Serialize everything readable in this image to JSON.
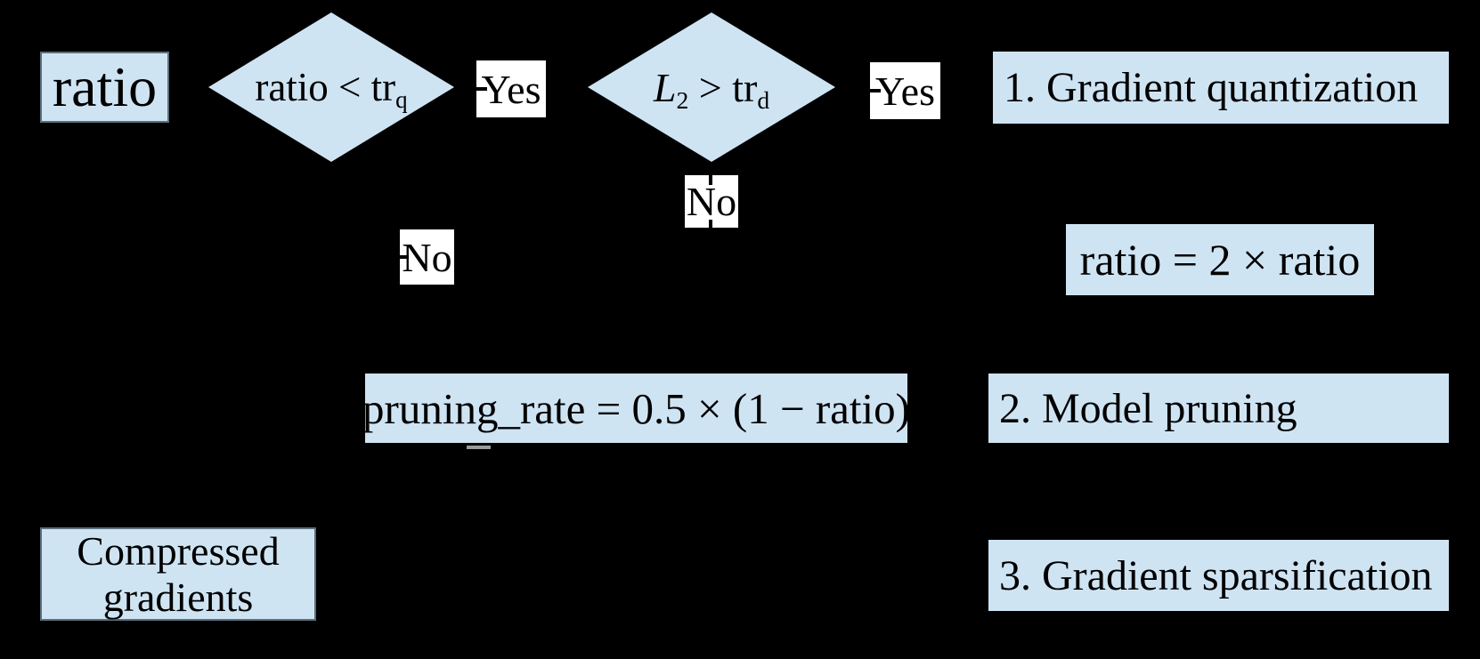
{
  "canvas": {
    "background": "#000000",
    "node_fill": "#cfe4f3",
    "node_border": "#5d6e7a",
    "label_bg": "#ffffff",
    "text_color": "#000000"
  },
  "nodes": {
    "ratio_input": {
      "label": "ratio"
    },
    "decision_quantize": {
      "condition": "ratio < tr",
      "subscript": "q"
    },
    "decision_l2": {
      "var": "L",
      "var_sub": "2",
      "comparison": " > tr",
      "subscript": "d"
    },
    "branch_labels": {
      "yes1": "Yes",
      "yes2": "Yes",
      "no1": "No",
      "no2": "No"
    },
    "step1": {
      "label": "1. Gradient quantization"
    },
    "ratio_update": {
      "label": "ratio = 2 × ratio"
    },
    "pruning_rate": {
      "label": "pruning_rate = 0.5 × (1 − ratio)"
    },
    "step2": {
      "label": "2. Model pruning"
    },
    "compressed": {
      "line1": "Compressed",
      "line2": "gradients"
    },
    "step3": {
      "label": "3. Gradient sparsification"
    }
  }
}
